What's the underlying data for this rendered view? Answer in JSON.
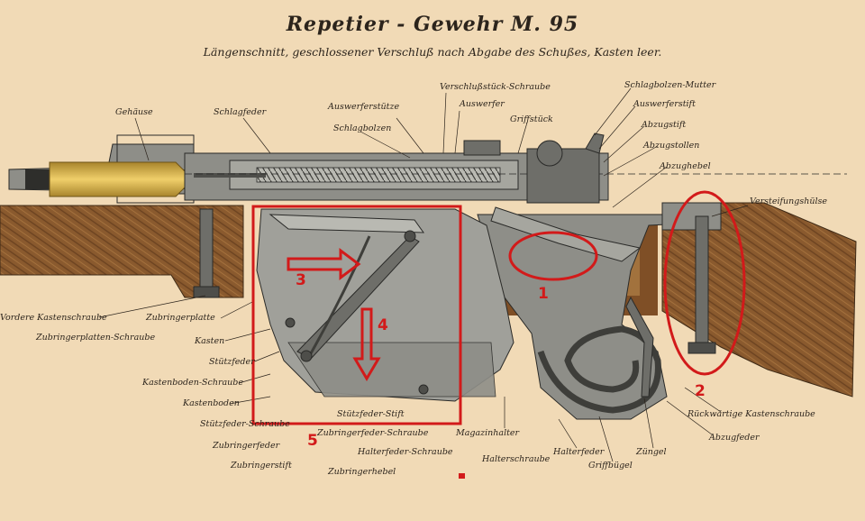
{
  "title": "Repetier - Gewehr   M. 95",
  "subtitle": "Längenschnitt, geschlossener Verschluß nach Abgabe des Schußes, Kasten leer.",
  "labels": {
    "gehaeuse": "Gehäuse",
    "schlagfeder": "Schlagfeder",
    "auswerferstuetze": "Auswerferstütze",
    "schlagbolzen": "Schlagbolzen",
    "verschlussstueck_schraube": "Verschlußstück-Schraube",
    "auswerfer": "Auswerfer",
    "griffstueck": "Griffstück",
    "schlagbolzen_mutter": "Schlagbolzen-Mutter",
    "auswerferstift": "Auswerferstift",
    "abzugstift": "Abzugstift",
    "abzugstollen": "Abzugstollen",
    "abzughebel": "Abzughebel",
    "versteifungshuelse": "Versteifungshülse",
    "vordere_kastenschraube": "Vordere Kastenschraube",
    "zubringerplatte": "Zubringerplatte",
    "zubringerplatten_schraube": "Zubringerplatten-Schraube",
    "kasten": "Kasten",
    "stuetzfeder": "Stützfeder",
    "kastenboden_schraube": "Kastenboden-Schraube",
    "kastenboden": "Kastenboden",
    "stuetzfeder_schraube": "Stützfeder-Schraube",
    "zubringerfeder": "Zubringerfeder",
    "zubringerstift": "Zubringerstift",
    "stuetzfeder_stift": "Stützfeder-Stift",
    "zubringerfeder_schraube": "Zubringerfeder-Schraube",
    "halterfeder_schraube": "Halterfeder-Schraube",
    "zubringerhebel": "Zubringerhebel",
    "magazinhalter": "Magazinhalter",
    "halterschraube": "Halterschraube",
    "halterfeder": "Halterfeder",
    "griffbuegel": "Griffbügel",
    "zuengel": "Züngel",
    "rueckwaertige_kastenschraube": "Rückwärtige Kastenschraube",
    "abzugfeder": "Abzugfeder"
  },
  "annotations": {
    "n1": "1",
    "n2": "2",
    "n3": "3",
    "n4": "4",
    "n5": "5"
  },
  "colors": {
    "paper": "#f1dab6",
    "ink": "#2c241c",
    "steel": "#8e8e88",
    "steel_dark": "#4e4e4a",
    "wood": "#8a5a2e",
    "brass": "#d9b34a",
    "annotation_red": "#d21a1a"
  }
}
